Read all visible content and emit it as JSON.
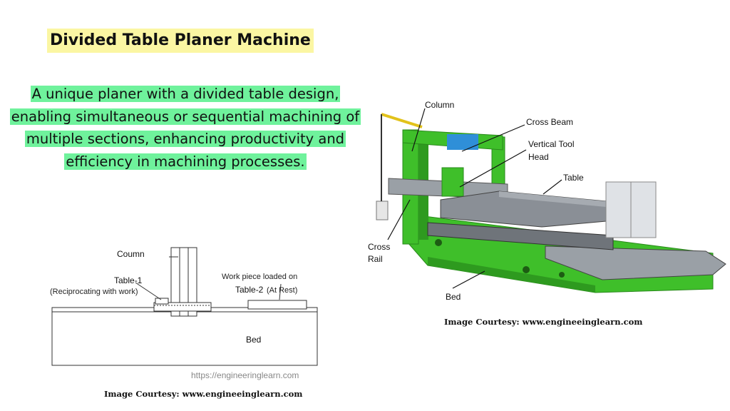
{
  "title": "Divided Table Planer Machine",
  "description": "A unique planer with a divided table design, enabling simultaneous or sequential machining of multiple sections, enhancing productivity and efficiency in machining processes.",
  "schematic": {
    "labels": {
      "column": "Coumn",
      "table1": "Table-1",
      "table1_note": "(Reciprocating with work)",
      "workpiece_note": "Work piece loaded on",
      "table2": "Table-2",
      "table2_note": "(At Rest)",
      "bed": "Bed"
    },
    "watermark": "https://engineeringlearn.com",
    "courtesy": "Image Courtesy: www.engineeinglearn.com"
  },
  "machine_photo": {
    "labels": {
      "column": "Column",
      "cross_beam": "Cross Beam",
      "vertical_tool_head_line1": "Vertical Tool",
      "vertical_tool_head_line2": "Head",
      "table": "Table",
      "cross_rail_line1": "Cross",
      "cross_rail_line2": "Rail",
      "bed": "Bed"
    },
    "courtesy": "Image Courtesy: www.engineeinglearn.com"
  },
  "colors": {
    "title_highlight": "#fbf6a3",
    "description_highlight": "#6ff29c",
    "machine_green": "#3fbf2a",
    "machine_gray": "#8a8f96"
  }
}
